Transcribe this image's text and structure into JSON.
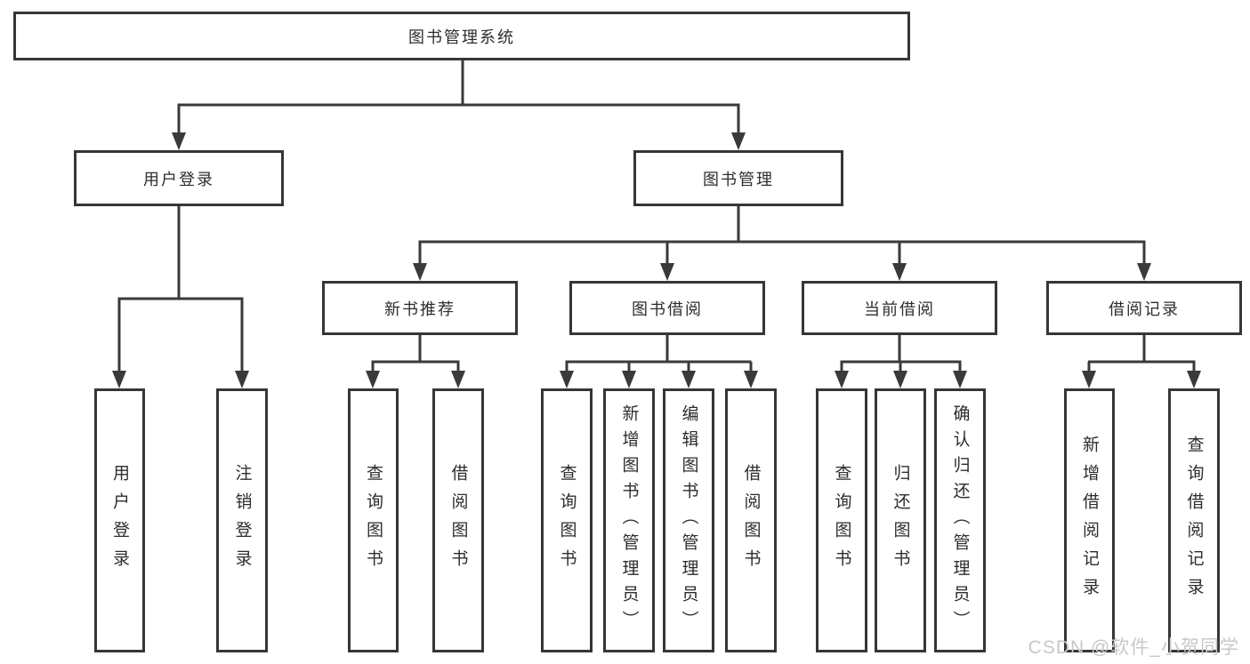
{
  "diagram": {
    "root": {
      "label": "图书管理系统"
    },
    "branches": [
      {
        "label": "用户登录",
        "children": [
          {
            "label": "用户登录"
          },
          {
            "label": "注销登录"
          }
        ]
      },
      {
        "label": "图书管理",
        "children": [
          {
            "label": "新书推荐",
            "children": [
              {
                "label": "查询图书"
              },
              {
                "label": "借阅图书"
              }
            ]
          },
          {
            "label": "图书借阅",
            "children": [
              {
                "label": "查询图书"
              },
              {
                "label": "新增图书（管理员）"
              },
              {
                "label": "编辑图书（管理员）"
              },
              {
                "label": "借阅图书"
              }
            ]
          },
          {
            "label": "当前借阅",
            "children": [
              {
                "label": "查询图书"
              },
              {
                "label": "归还图书"
              },
              {
                "label": "确认归还（管理员）"
              }
            ]
          },
          {
            "label": "借阅记录",
            "children": [
              {
                "label": "新增借阅记录"
              },
              {
                "label": "查询借阅记录"
              }
            ]
          }
        ]
      }
    ]
  },
  "watermark": {
    "text": "CSDN @软件_小贺同学"
  },
  "colors": {
    "line": "#3a3a3a",
    "box_border": "#363636",
    "text": "#2d2d2d",
    "watermark": "#c8c8c8",
    "background": "#ffffff"
  }
}
